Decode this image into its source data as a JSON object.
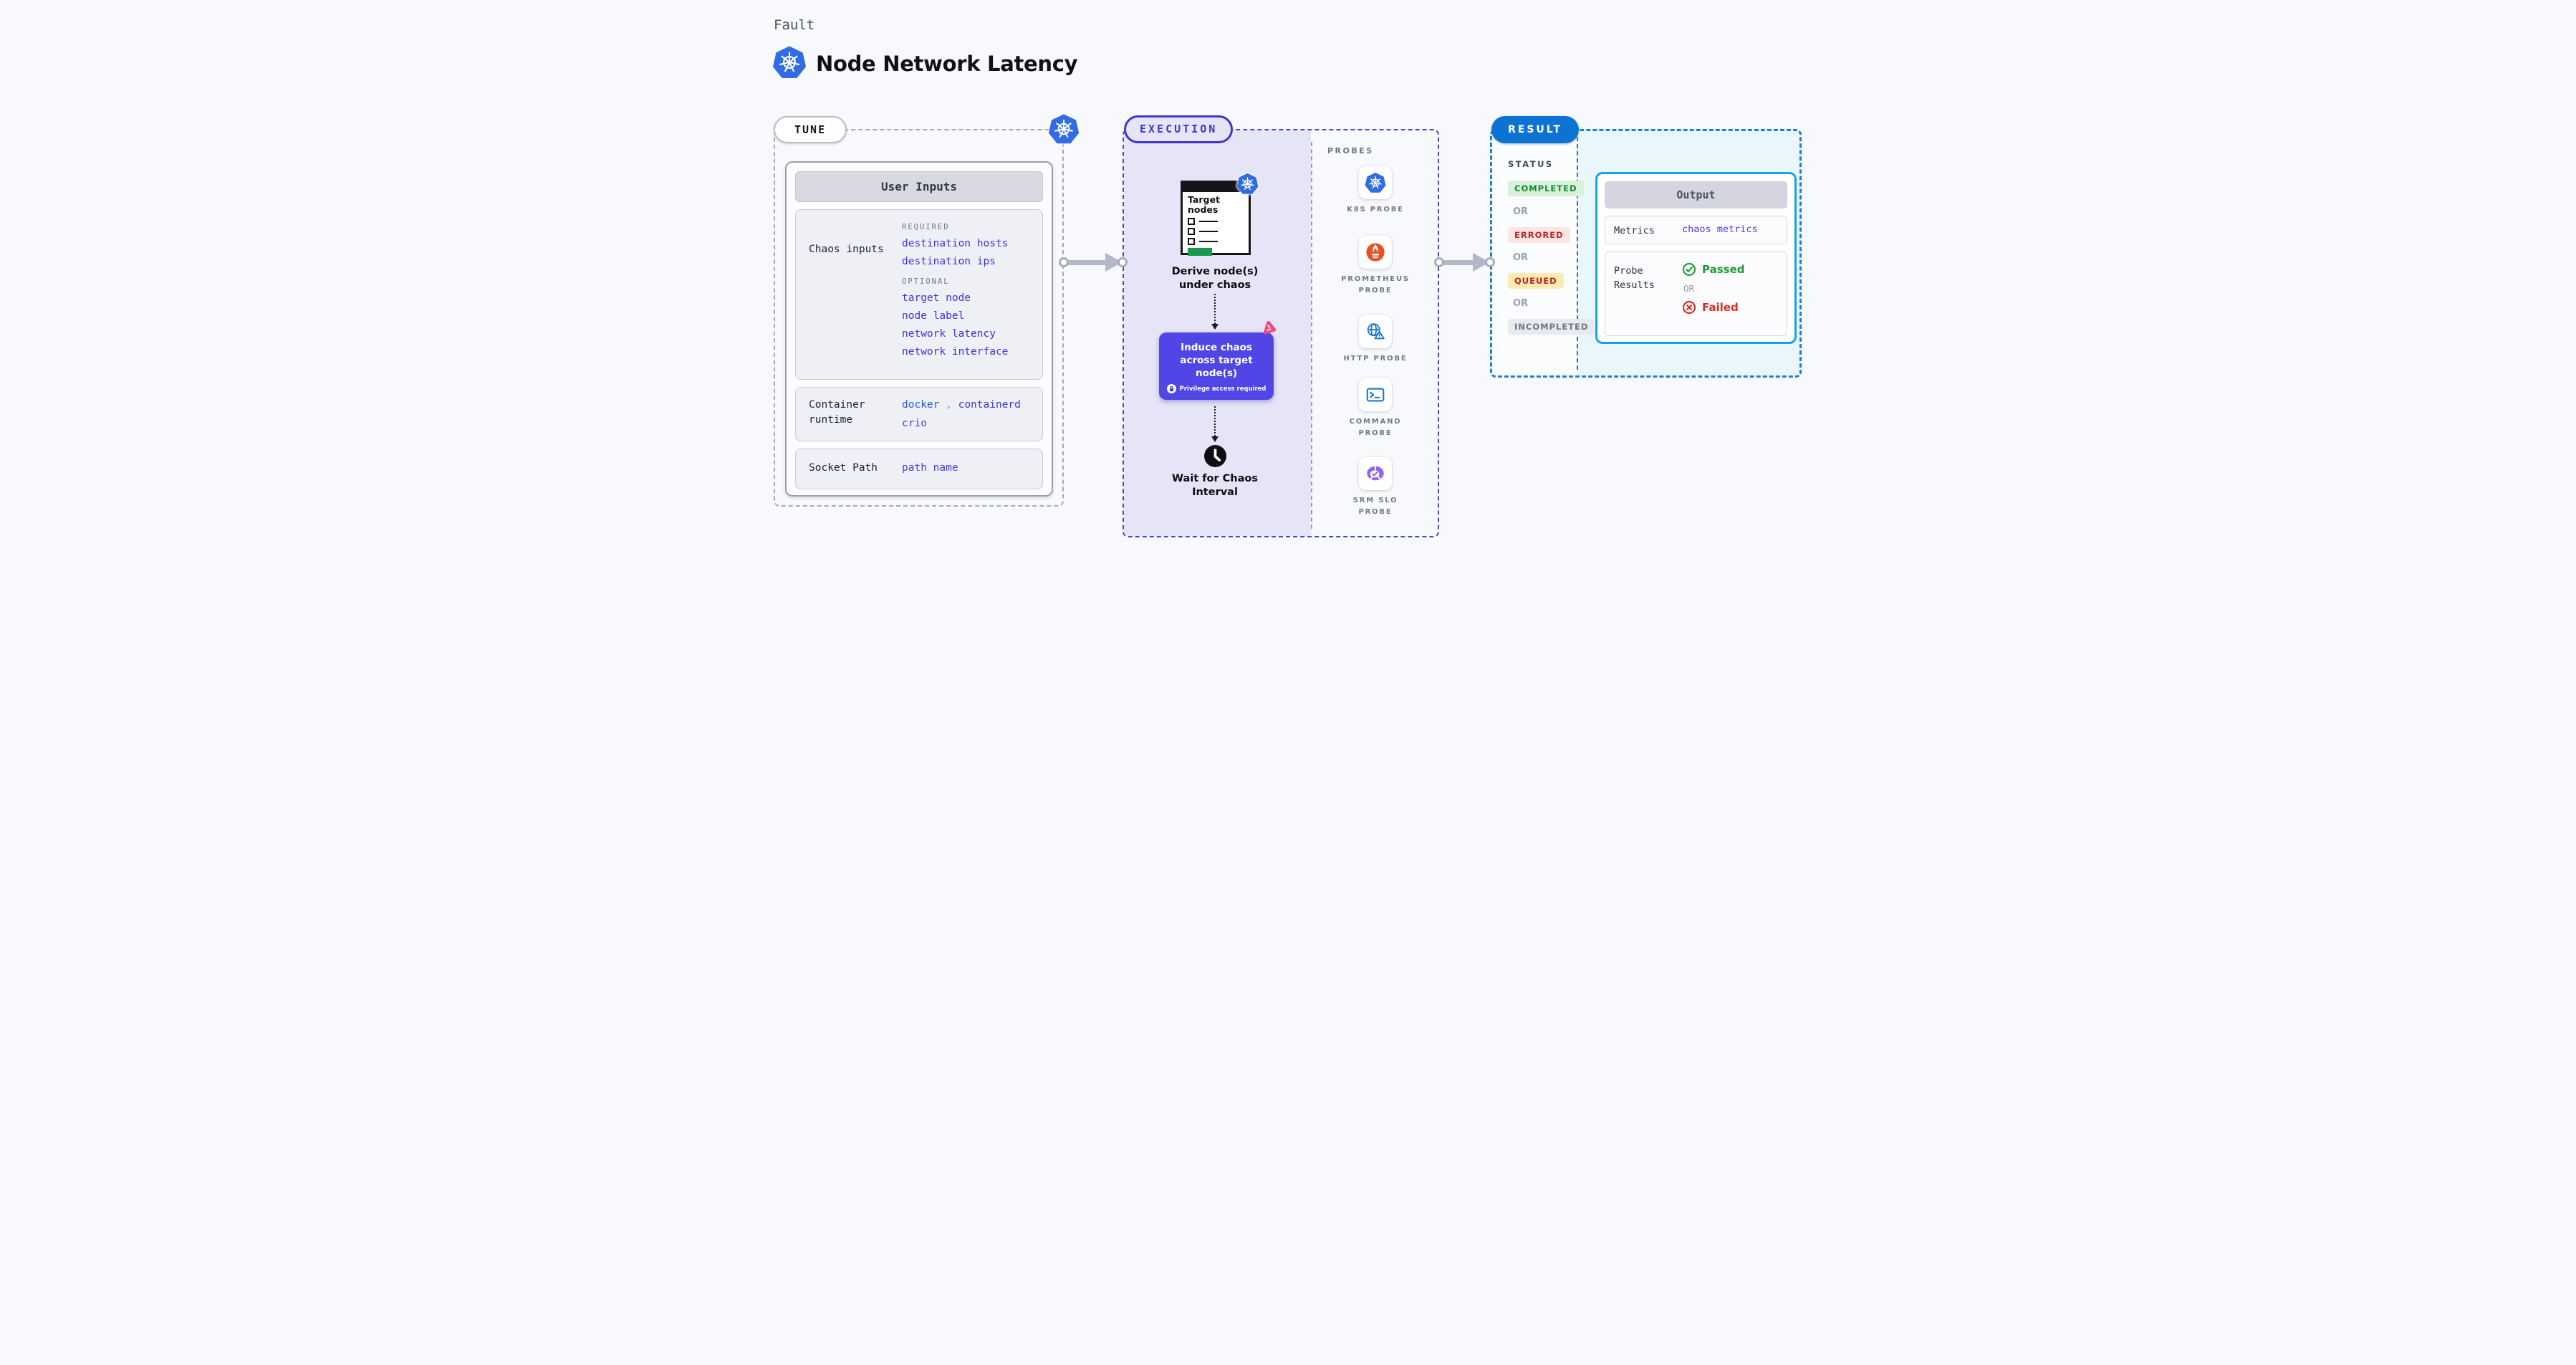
{
  "header": {
    "eyebrow": "Fault",
    "title": "Node Network Latency"
  },
  "tune": {
    "badge": "TUNE",
    "panel_title": "User Inputs",
    "chaos_inputs": {
      "label": "Chaos inputs",
      "required_heading": "REQUIRED",
      "required": [
        "destination hosts",
        "destination ips"
      ],
      "optional_heading": "OPTIONAL",
      "optional": [
        "target node",
        "node label",
        "network latency",
        "network interface"
      ]
    },
    "container_runtime": {
      "label": "Container runtime",
      "values": [
        "docker",
        "containerd",
        "crio"
      ],
      "separator": ","
    },
    "socket_path": {
      "label": "Socket Path",
      "value": "path name"
    }
  },
  "execution": {
    "badge": "EXECUTION",
    "target_nodes_label": "Target nodes",
    "step1": "Derive node(s) under chaos",
    "step2": "Induce chaos across target node(s)",
    "step2_note": "Privilege access required",
    "step3": "Wait for Chaos Interval"
  },
  "probes": {
    "heading": "PROBES",
    "items": [
      {
        "icon": "k8s-icon",
        "label": "K8S PROBE"
      },
      {
        "icon": "prometheus-icon",
        "label": "PROMETHEUS PROBE"
      },
      {
        "icon": "http-probe-icon",
        "label": "HTTP PROBE"
      },
      {
        "icon": "command-probe-icon",
        "label": "COMMAND PROBE"
      },
      {
        "icon": "srm-slo-probe-icon",
        "label": "SRM SLO PROBE"
      }
    ]
  },
  "result": {
    "badge": "RESULT",
    "status_heading": "STATUS",
    "or_label": "OR",
    "statuses": [
      "COMPLETED",
      "ERRORED",
      "QUEUED",
      "INCOMPLETED"
    ],
    "output": {
      "title": "Output",
      "metrics_label": "Metrics",
      "metrics_value": "chaos metrics",
      "probe_results_label": "Probe Results",
      "passed": "Passed",
      "or": "OR",
      "failed": "Failed"
    }
  },
  "colors": {
    "k8s_blue": "#326ce5",
    "accent_indigo": "#4f46e5",
    "execution_border": "#4136ce",
    "result_blue": "#0d73d3",
    "output_border": "#14a4e3",
    "link_indigo": "#4032de",
    "success_green": "#1d9b36",
    "error_red": "#d92d20",
    "litmus_pink": "#f0487e",
    "probe_icon_blue": "#1779d0",
    "prometheus_orange": "#e75225"
  }
}
